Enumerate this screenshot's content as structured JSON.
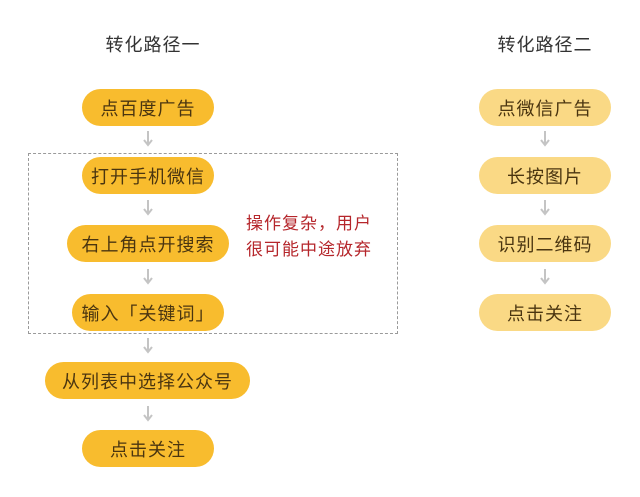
{
  "path1": {
    "title": "转化路径一",
    "steps": [
      {
        "label": "点百度广告"
      },
      {
        "label": "打开手机微信"
      },
      {
        "label": "右上角点开搜索"
      },
      {
        "label": "输入「关键词」"
      },
      {
        "label": "从列表中选择公众号"
      },
      {
        "label": "点击关注"
      }
    ],
    "note": {
      "line1": "操作复杂，用户",
      "line2": "很可能中途放弃"
    }
  },
  "path2": {
    "title": "转化路径二",
    "steps": [
      {
        "label": "点微信广告"
      },
      {
        "label": "长按图片"
      },
      {
        "label": "识别二维码"
      },
      {
        "label": "点击关注"
      }
    ]
  },
  "colors": {
    "path1_pill": "#f8bc2e",
    "path2_pill": "#fad985",
    "pill_text": "#4a3510",
    "note_text": "#b5262b",
    "arrow": "#c4c4c4",
    "dashed_border": "#9a9a9a"
  }
}
